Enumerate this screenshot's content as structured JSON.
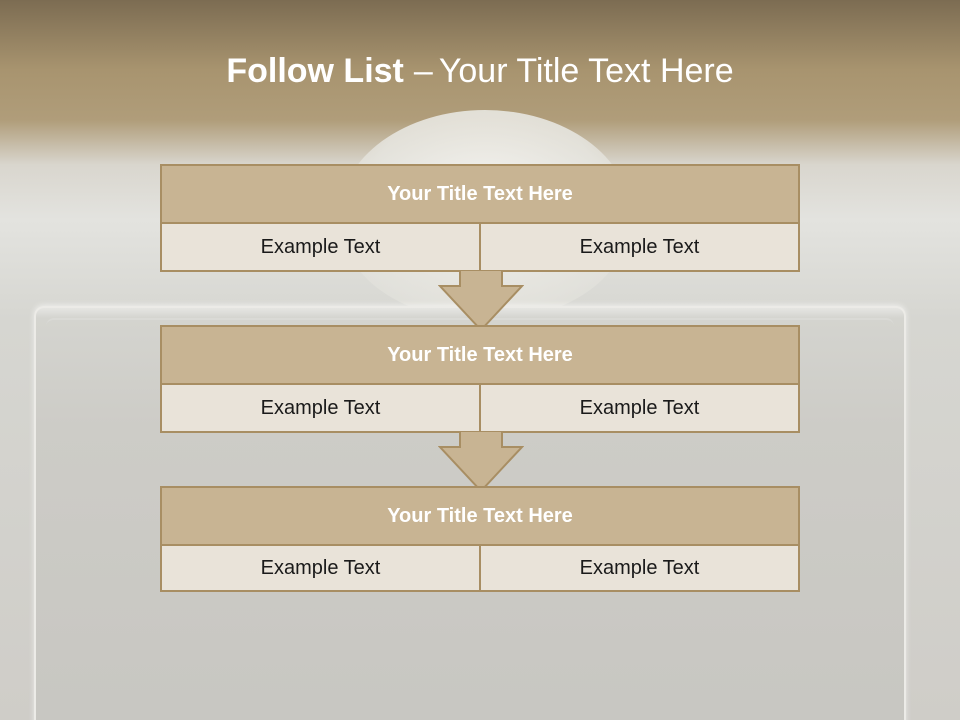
{
  "slide": {
    "title_bold": "Follow List",
    "title_separator": "–",
    "title_rest": "Your Title Text Here"
  },
  "blocks": [
    {
      "title": "Your Title Text Here",
      "left": "Example Text",
      "right": "Example Text"
    },
    {
      "title": "Your Title Text Here",
      "left": "Example Text",
      "right": "Example Text"
    },
    {
      "title": "Your Title Text Here",
      "left": "Example Text",
      "right": "Example Text"
    }
  ],
  "colors": {
    "header_band": "#a8946f",
    "block_title_fill": "#c8b493",
    "block_border": "#a88e63",
    "cell_fill": "#e9e3d9",
    "arrow_fill": "#c8b493"
  }
}
